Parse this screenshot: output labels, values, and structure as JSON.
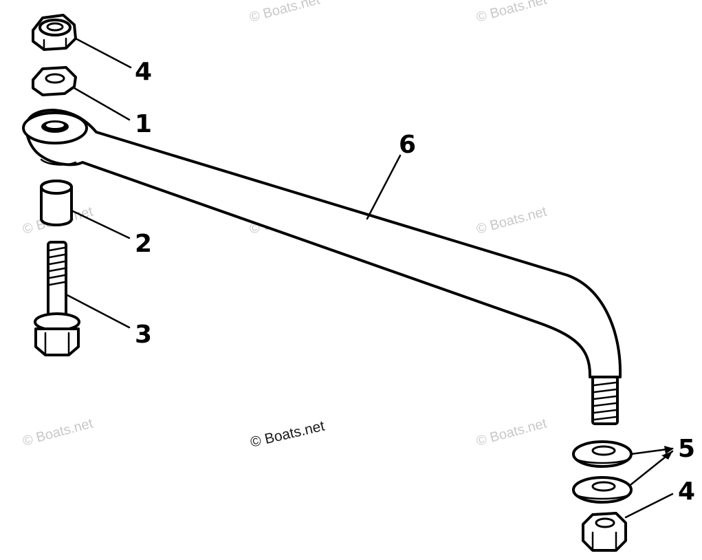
{
  "diagram": {
    "callouts": [
      {
        "id": "c4a",
        "text": "4"
      },
      {
        "id": "c1",
        "text": "1"
      },
      {
        "id": "c6",
        "text": "6"
      },
      {
        "id": "c2",
        "text": "2"
      },
      {
        "id": "c3",
        "text": "3"
      },
      {
        "id": "c5",
        "text": "5"
      },
      {
        "id": "c4b",
        "text": "4"
      }
    ],
    "watermark": {
      "main": "© Boats.net",
      "faint": "© Boats.net"
    }
  },
  "colors": {
    "ink": "#000000",
    "watermark_faint": "#c8c8c8",
    "background": "#ffffff"
  }
}
